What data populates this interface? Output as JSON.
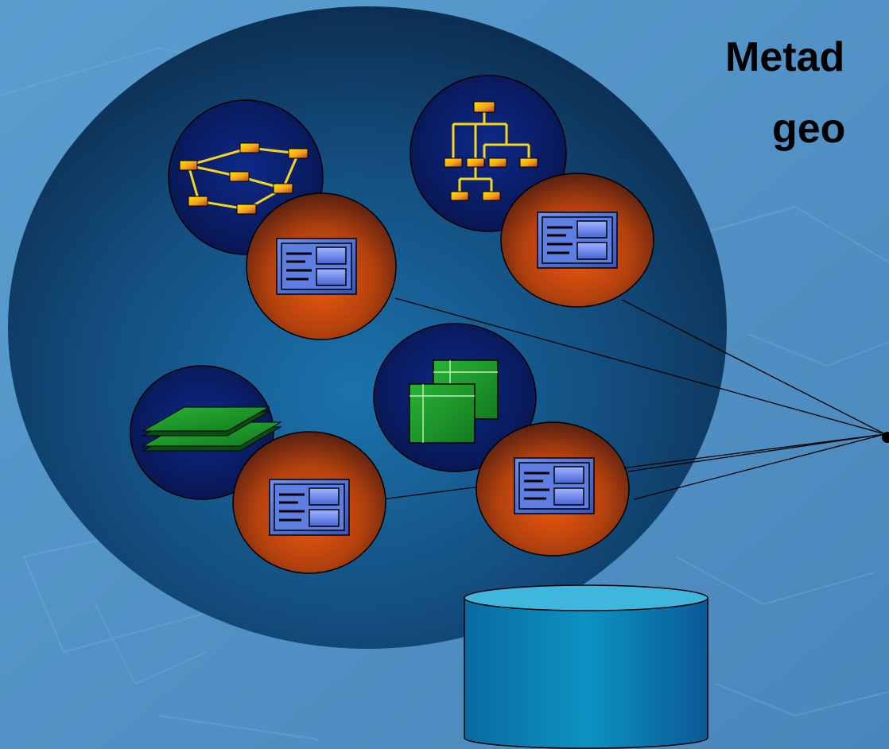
{
  "slide": {
    "title_lines": [
      "Metad",
      "geo"
    ]
  },
  "diagram": {
    "theme_colors": {
      "background": "#4f8fc2",
      "outer_space": "#0f3c63",
      "navy_bubble": "#0a1a5c",
      "metadata_bubble": "#c2480a",
      "metadata_card": "#4d6fd8",
      "green_tile": "#1e9a2a",
      "node_yellow": "#f5d61a",
      "database": "#0b7fb0"
    },
    "resources": [
      {
        "kind": "network-graph",
        "icon": "network-graph-icon"
      },
      {
        "kind": "hierarchy-tree",
        "icon": "hierarchy-tree-icon"
      },
      {
        "kind": "map-layers",
        "icon": "map-layers-icon"
      },
      {
        "kind": "map-sheets",
        "icon": "map-sheets-icon"
      }
    ],
    "metadata_records": 4,
    "connections": 4,
    "repository": {
      "icon": "database-cylinder-icon"
    }
  }
}
